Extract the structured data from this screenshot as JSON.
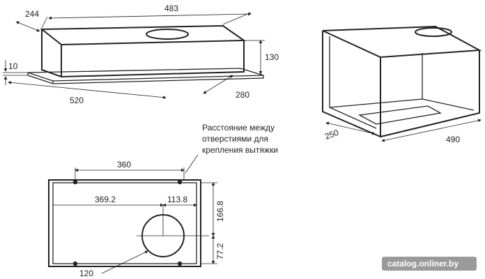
{
  "diagram": {
    "top_left_view": {
      "dims": {
        "depth_top": "244",
        "width_top": "483",
        "height": "130",
        "lip": "10",
        "width_bottom": "520",
        "depth_bottom": "280"
      }
    },
    "top_right_view": {
      "dims": {
        "depth": "250",
        "width": "490"
      }
    },
    "bottom_view": {
      "note_lines": [
        "Расстояние между",
        "отверстиями для",
        "крепления вытяжки"
      ],
      "dims": {
        "hole_spacing": "360",
        "outlet_offset_x": "369.2",
        "outlet_diameter_h": "113.8",
        "outlet_offset_y": "166.8",
        "outlet_from_front": "77.2",
        "outlet_diameter": "120"
      }
    },
    "watermark": "catalog.onliner.by",
    "colors": {
      "line": "#222222",
      "watermark_bg": "#9a9a9a"
    }
  }
}
